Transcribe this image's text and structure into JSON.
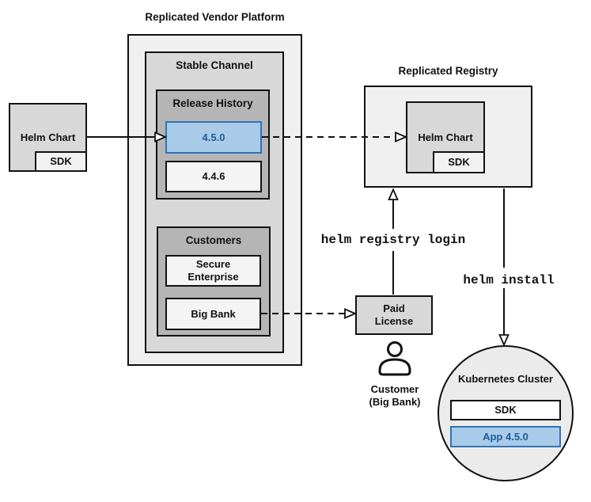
{
  "colors": {
    "highlight_fill": "#a9cbe9",
    "highlight_border": "#2e74b5",
    "highlight_text": "#1e5c97"
  },
  "platform": {
    "title": "Replicated Vendor Platform",
    "stable_channel": {
      "title": "Stable Channel",
      "release_history": {
        "title": "Release History",
        "releases": [
          {
            "version": "4.5.0",
            "highlighted": true
          },
          {
            "version": "4.4.6",
            "highlighted": false
          }
        ]
      },
      "customers": {
        "title": "Customers",
        "items": [
          {
            "name": "Secure\nEnterprise"
          },
          {
            "name": "Big Bank"
          }
        ]
      }
    }
  },
  "source": {
    "helm_chart": "Helm Chart",
    "sdk": "SDK"
  },
  "registry": {
    "title": "Replicated Registry",
    "helm_chart": "Helm Chart",
    "sdk": "SDK"
  },
  "license": {
    "label": "Paid\nLicense"
  },
  "customer": {
    "label": "Customer\n(Big Bank)"
  },
  "commands": {
    "registry_login": "helm registry login",
    "install": "helm install"
  },
  "cluster": {
    "title": "Kubernetes Cluster",
    "sdk": "SDK",
    "app": "App 4.5.0"
  }
}
